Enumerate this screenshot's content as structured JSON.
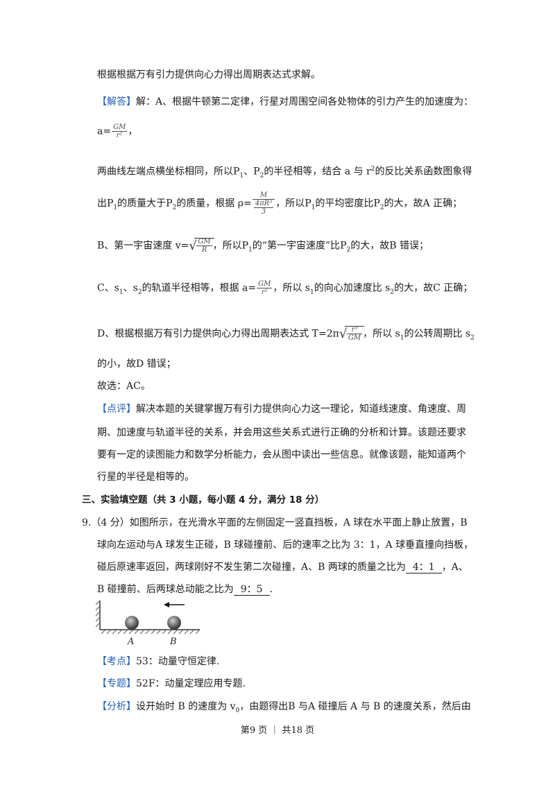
{
  "lines": {
    "l1": "根据根据万有引力提供向心力得出周期表达式求解。",
    "answer_tag": "【解答】",
    "l2": "解：A、根据牛顿第二定律，行星对周围空间各处物体的引力产生的加速度为：",
    "l3_prefix": "a=",
    "l3_suffix": "，",
    "l4a": "两曲线左端点横坐标相同，所以P",
    "l4b": "、P",
    "l4c": "的半径相等，结合 a 与 r",
    "l4d": "的反比关系函数图象得",
    "l5a": "出P",
    "l5b": "的质量大于P",
    "l5c": "的质量，根据 ρ=",
    "l5d": "，所以P",
    "l5e": "的平均密度比P",
    "l5f": "的大，故A 正确；",
    "l6a": "B、第一宇宙速度 v=",
    "l6b": "，所以P",
    "l6c": "的“第一宇宙速度”比P",
    "l6d": "的大，故B 错误；",
    "l7a": "C、s",
    "l7b": "、s",
    "l7c": "的轨道半径相等，根据 a=",
    "l7d": "，所以 s",
    "l7e": "的向心加速度比 s",
    "l7f": "的大，故C 正确；",
    "l8a": "D、根据根据万有引力提供向心力得出周期表达式 T=2π",
    "l8b": "，所以 s",
    "l8c": "的公转周期比 s",
    "l9": "的小，故D 错误；",
    "l10": "故选：AC。",
    "comment_tag": "【点评】",
    "l11": "解决本题的关键掌握万有引力提供向心力这一理论，知道线速度、角速度、周",
    "l12": "期、加速度与轨道半径的关系，并会用这些关系式进行正确的分析和计算。该题还要求",
    "l13": "要有一定的读图能力和数学分析能力，会从图中读出一些信息。就像该题，能知道两个",
    "l14": "行星的半径是相等的。",
    "section": "三、实验填空题（共 3 小题，每小题 4 分，满分 18 分）",
    "q9a": "9.（4 分）如图所示，在光滑水平面的左侧固定一竖直挡板，A 球在水平面上静止放置，B",
    "q9b": "球向左运动与A 球发生正碰，B 球碰撞前、后的速率之比为 3：1，A 球垂直撞向挡板，",
    "q9c": "碰后原速率返回，两球刚好不发生第二次碰撞，A、B 两球的质量之比为",
    "q9c_ans": "4：1",
    "q9c_end": "，A、",
    "q9d": "B 碰撞前、后两球总动能之比为",
    "q9d_ans": "9：5",
    "q9d_end": ".",
    "kaodian_tag": "【考点】",
    "kaodian": "53：动量守恒定律.",
    "zhuanti_tag": "【专题】",
    "zhuanti": "52F：动量定理应用专题.",
    "fenxi_tag": "【分析】",
    "fenxi_a": "设开始时 B 的速度为 v",
    "fenxi_b": "，由题得出B 与A 碰撞后 A 与 B 的速度关系，然后由"
  },
  "math": {
    "sub1": "1",
    "sub2": "2",
    "sup2": "2",
    "sub0": "0",
    "GM": "GM",
    "r2": "r²",
    "M": "M",
    "rho_den": "4πR³",
    "three": "3",
    "R": "R",
    "r3": "r³",
    "sqrt_sign": "√"
  },
  "figure": {
    "label_a": "A",
    "label_b": "B"
  },
  "footer": "第9 页 ｜ 共18 页"
}
